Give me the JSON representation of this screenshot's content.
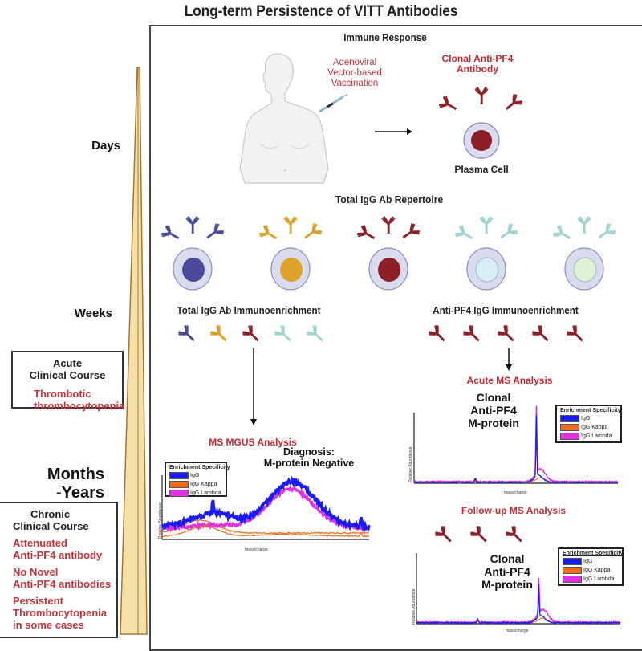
{
  "title": "Long-term Persistence of VITT Antibodies",
  "timeline": {
    "labels": [
      "Days",
      "Weeks",
      "Months\n-Years"
    ],
    "colors": {
      "fill": "#f5e1a8",
      "stroke": "#a8782a"
    }
  },
  "acute_box": {
    "heading_line1": "Acute",
    "heading_line2": "Clinical Course",
    "items": [
      "Thrombotic",
      "thrombocytopenia"
    ]
  },
  "chronic_box": {
    "heading_line1": "Chronic",
    "heading_line2": "Clinical Course",
    "items": [
      {
        "l1": "Attenuated",
        "l2": "Anti-PF4 antibody"
      },
      {
        "l1": "No Novel",
        "l2": "Anti-PF4 antibodies"
      },
      {
        "l1": "Persistent",
        "l2": "Thrombocytopenia",
        "l3": "in some cases"
      }
    ]
  },
  "immune_response": {
    "heading": "Immune Response",
    "vaccination_label": [
      "Adenoviral",
      "Vector-based",
      "Vaccination"
    ],
    "clonal_label": [
      "Clonal Anti-PF4",
      "Antibody"
    ],
    "plasma_cell_label": "Plasma Cell"
  },
  "repertoire": {
    "heading": "Total IgG Ab Repertoire",
    "clones": [
      {
        "color": "#4a4a98",
        "nucleus": "#4a4a98"
      },
      {
        "color": "#d9a12a",
        "nucleus": "#dfa22b"
      },
      {
        "color": "#8c1f28",
        "nucleus": "#8c1f28"
      },
      {
        "color": "#9fd3cf",
        "nucleus": "#d8eef5"
      },
      {
        "color": "#9fd3cf",
        "nucleus": "#dff1d5"
      }
    ]
  },
  "enrichment": {
    "total_heading": "Total IgG Ab Immunoenrichment",
    "antipf4_heading": "Anti-PF4 IgG Immunoenrichment"
  },
  "legend": {
    "title": "Enrichment Specificity",
    "entries": [
      {
        "label": "IgG",
        "color": "#1a1aff"
      },
      {
        "label": "IgG Kappa",
        "color": "#f26a1b"
      },
      {
        "label": "IgG Lambda",
        "color": "#e32ee3"
      }
    ]
  },
  "panels": {
    "mgus": {
      "title": "MS MGUS Analysis",
      "callout": [
        "Diagnosis:",
        "M-protein Negative"
      ],
      "ylabel": "Relative Abundance",
      "xlabel": "mass/charge"
    },
    "acute": {
      "title": "Acute MS Analysis",
      "callout": [
        "Clonal",
        "Anti-PF4",
        "M-protein"
      ],
      "ylabel": "Relative Abundance",
      "xlabel": "mass/charge"
    },
    "followup": {
      "title": "Follow-up MS Analysis",
      "callout": [
        "Clonal",
        "Anti-PF4",
        "M-protein"
      ],
      "ylabel": "Relative Abundance",
      "xlabel": "mass/charge"
    }
  },
  "colors": {
    "accent_red": "#c8323a",
    "antibody_red": "#8c1f28"
  }
}
